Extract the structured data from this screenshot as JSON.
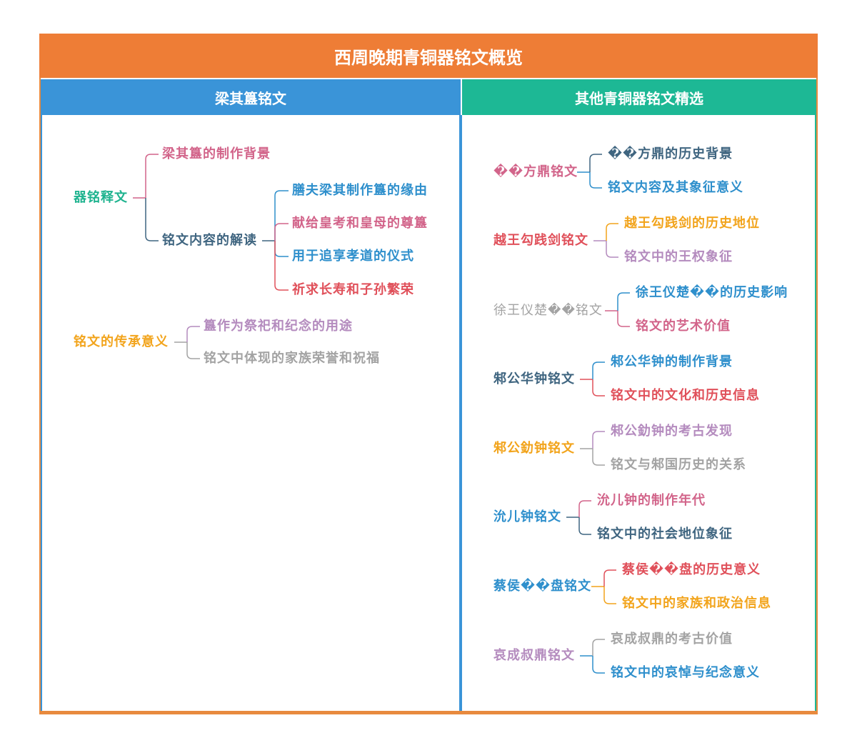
{
  "title": "西周晚期青铜器铭文概览",
  "columns": {
    "left": {
      "header": "梁其簋铭文"
    },
    "right": {
      "header": "其他青铜器铭文精选"
    }
  },
  "colors": {
    "title_bar": "#EE7D36",
    "left_header": "#3A94D8",
    "right_header": "#1DB895",
    "green": "#1FB38F",
    "pink": "#D2648A",
    "navy": "#3F6580",
    "blue": "#2E8FCC",
    "red": "#E0505A",
    "orange": "#F2A41C",
    "purple": "#B48BBE",
    "gray": "#A3A3A3"
  },
  "left_tree": {
    "qiming": {
      "label": "器铭释文",
      "background": "梁其簋的制作背景",
      "reading": {
        "label": "铭文内容的解读",
        "items": [
          "膳夫梁其制作簋的缘由",
          "献给皇考和皇母的尊簋",
          "用于追享孝道的仪式",
          "祈求长寿和子孙繁荣"
        ]
      }
    },
    "legacy": {
      "label": "铭文的传承意义",
      "items": [
        "簋作为祭祀和纪念的用途",
        "铭文中体现的家族荣誉和祝福"
      ]
    }
  },
  "right_groups": [
    {
      "label": "��方鼎铭文",
      "children": [
        "��方鼎的历史背景",
        "铭文内容及其象征意义"
      ]
    },
    {
      "label": "越王勾践剑铭文",
      "children": [
        "越王勾践剑的历史地位",
        "铭文中的王权象征"
      ]
    },
    {
      "label": "徐王仪楚��铭文",
      "children": [
        "徐王仪楚��的历史影响",
        "铭文的艺术价值"
      ]
    },
    {
      "label": "邾公华钟铭文",
      "children": [
        "邾公华钟的制作背景",
        "铭文中的文化和历史信息"
      ]
    },
    {
      "label": "邾公釛钟铭文",
      "children": [
        "邾公釛钟的考古发现",
        "铭文与邾国历史的关系"
      ]
    },
    {
      "label": "沇儿钟铭文",
      "children": [
        "沇儿钟的制作年代",
        "铭文中的社会地位象征"
      ]
    },
    {
      "label": "蔡侯��盘铭文",
      "children": [
        "蔡侯��盘的历史意义",
        "铭文中的家族和政治信息"
      ]
    },
    {
      "label": "哀成叔鼎铭文",
      "children": [
        "哀成叔鼎的考古价值",
        "铭文中的哀悼与纪念意义"
      ]
    }
  ]
}
